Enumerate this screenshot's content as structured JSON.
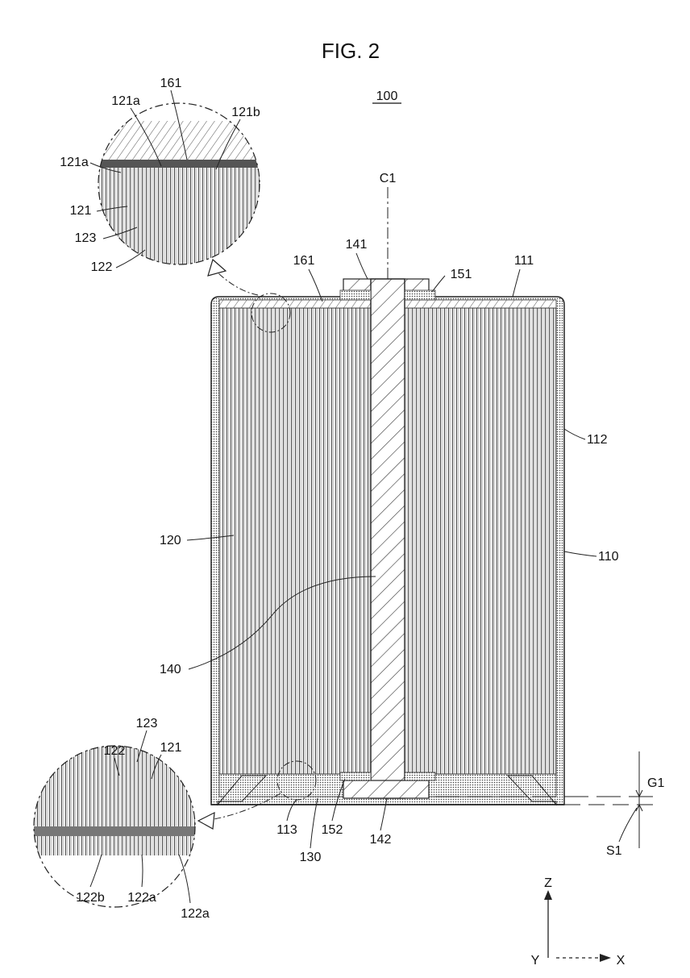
{
  "figure": {
    "title": "FIG. 2",
    "ref_number": "100"
  },
  "labels": {
    "top_detail": [
      "161",
      "121a",
      "121b",
      "121a",
      "121",
      "123",
      "122"
    ],
    "center_axis": "C1",
    "terminal_top": "141",
    "gasket_top": "151",
    "case_top": "111",
    "case_side_upper": "112",
    "case_side_lower": "110",
    "top_insulator": "161",
    "electrode_assembly": "120",
    "terminal": "140",
    "bottom_detail": [
      "123",
      "122",
      "121",
      "122b",
      "122a",
      "122a"
    ],
    "case_bottom": "113",
    "collector_plate": "130",
    "gasket_bottom": "152",
    "terminal_bottom": "142",
    "gap": "G1",
    "step": "S1"
  },
  "axes": {
    "z": "Z",
    "y": "Y",
    "x": "X"
  }
}
